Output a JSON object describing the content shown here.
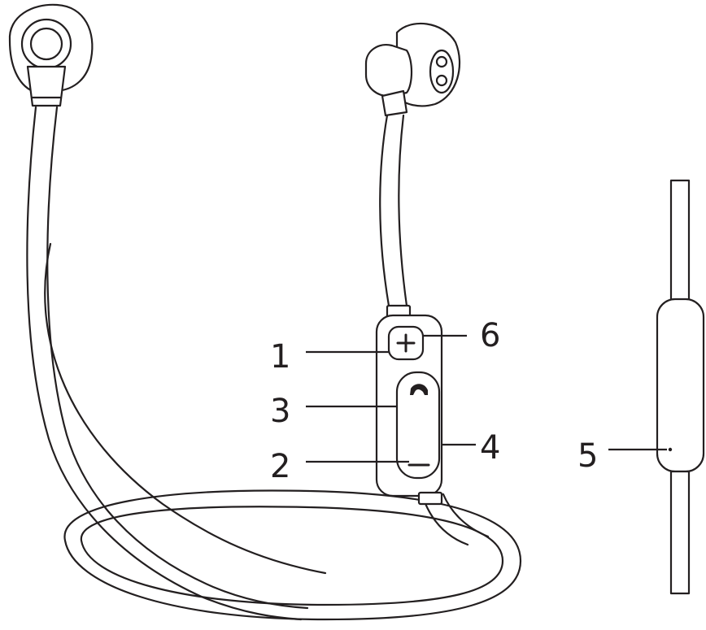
{
  "callouts": {
    "c1": "1",
    "c2": "2",
    "c3": "3",
    "c4": "4",
    "c5": "5",
    "c6": "6"
  },
  "colors": {
    "line": "#231f20",
    "background": "#ffffff"
  }
}
